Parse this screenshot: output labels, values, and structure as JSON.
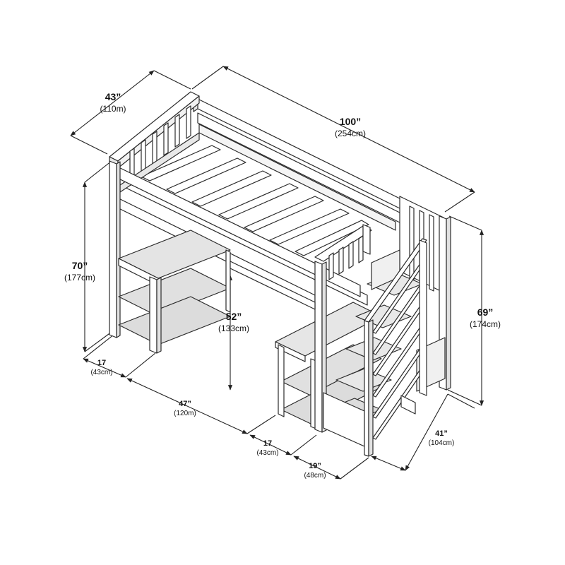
{
  "dimensions": {
    "width": {
      "imperial": "43”",
      "metric": "(110m)"
    },
    "length": {
      "imperial": "100”",
      "metric": "(254cm)"
    },
    "bed_height": {
      "imperial": "70”",
      "metric": "(177cm)"
    },
    "stair_height": {
      "imperial": "69”",
      "metric": "(174cm)"
    },
    "under_clearance": {
      "imperial": "52”",
      "metric": "(133cm)"
    },
    "desk_depth_left": {
      "imperial": "17",
      "metric": "(43cm)"
    },
    "desk_width": {
      "imperial": "47”",
      "metric": "(120m)"
    },
    "desk_depth_right": {
      "imperial": "17",
      "metric": "(43cm)"
    },
    "stair_depth": {
      "imperial": "19”",
      "metric": "(48cm)"
    },
    "stair_width": {
      "imperial": "41”",
      "metric": "(104cm)"
    }
  },
  "colors": {
    "line": "#2b2b2b",
    "fill": "#ffffff",
    "shade": "#e6e6e6",
    "shade_dark": "#cfcfcf"
  }
}
